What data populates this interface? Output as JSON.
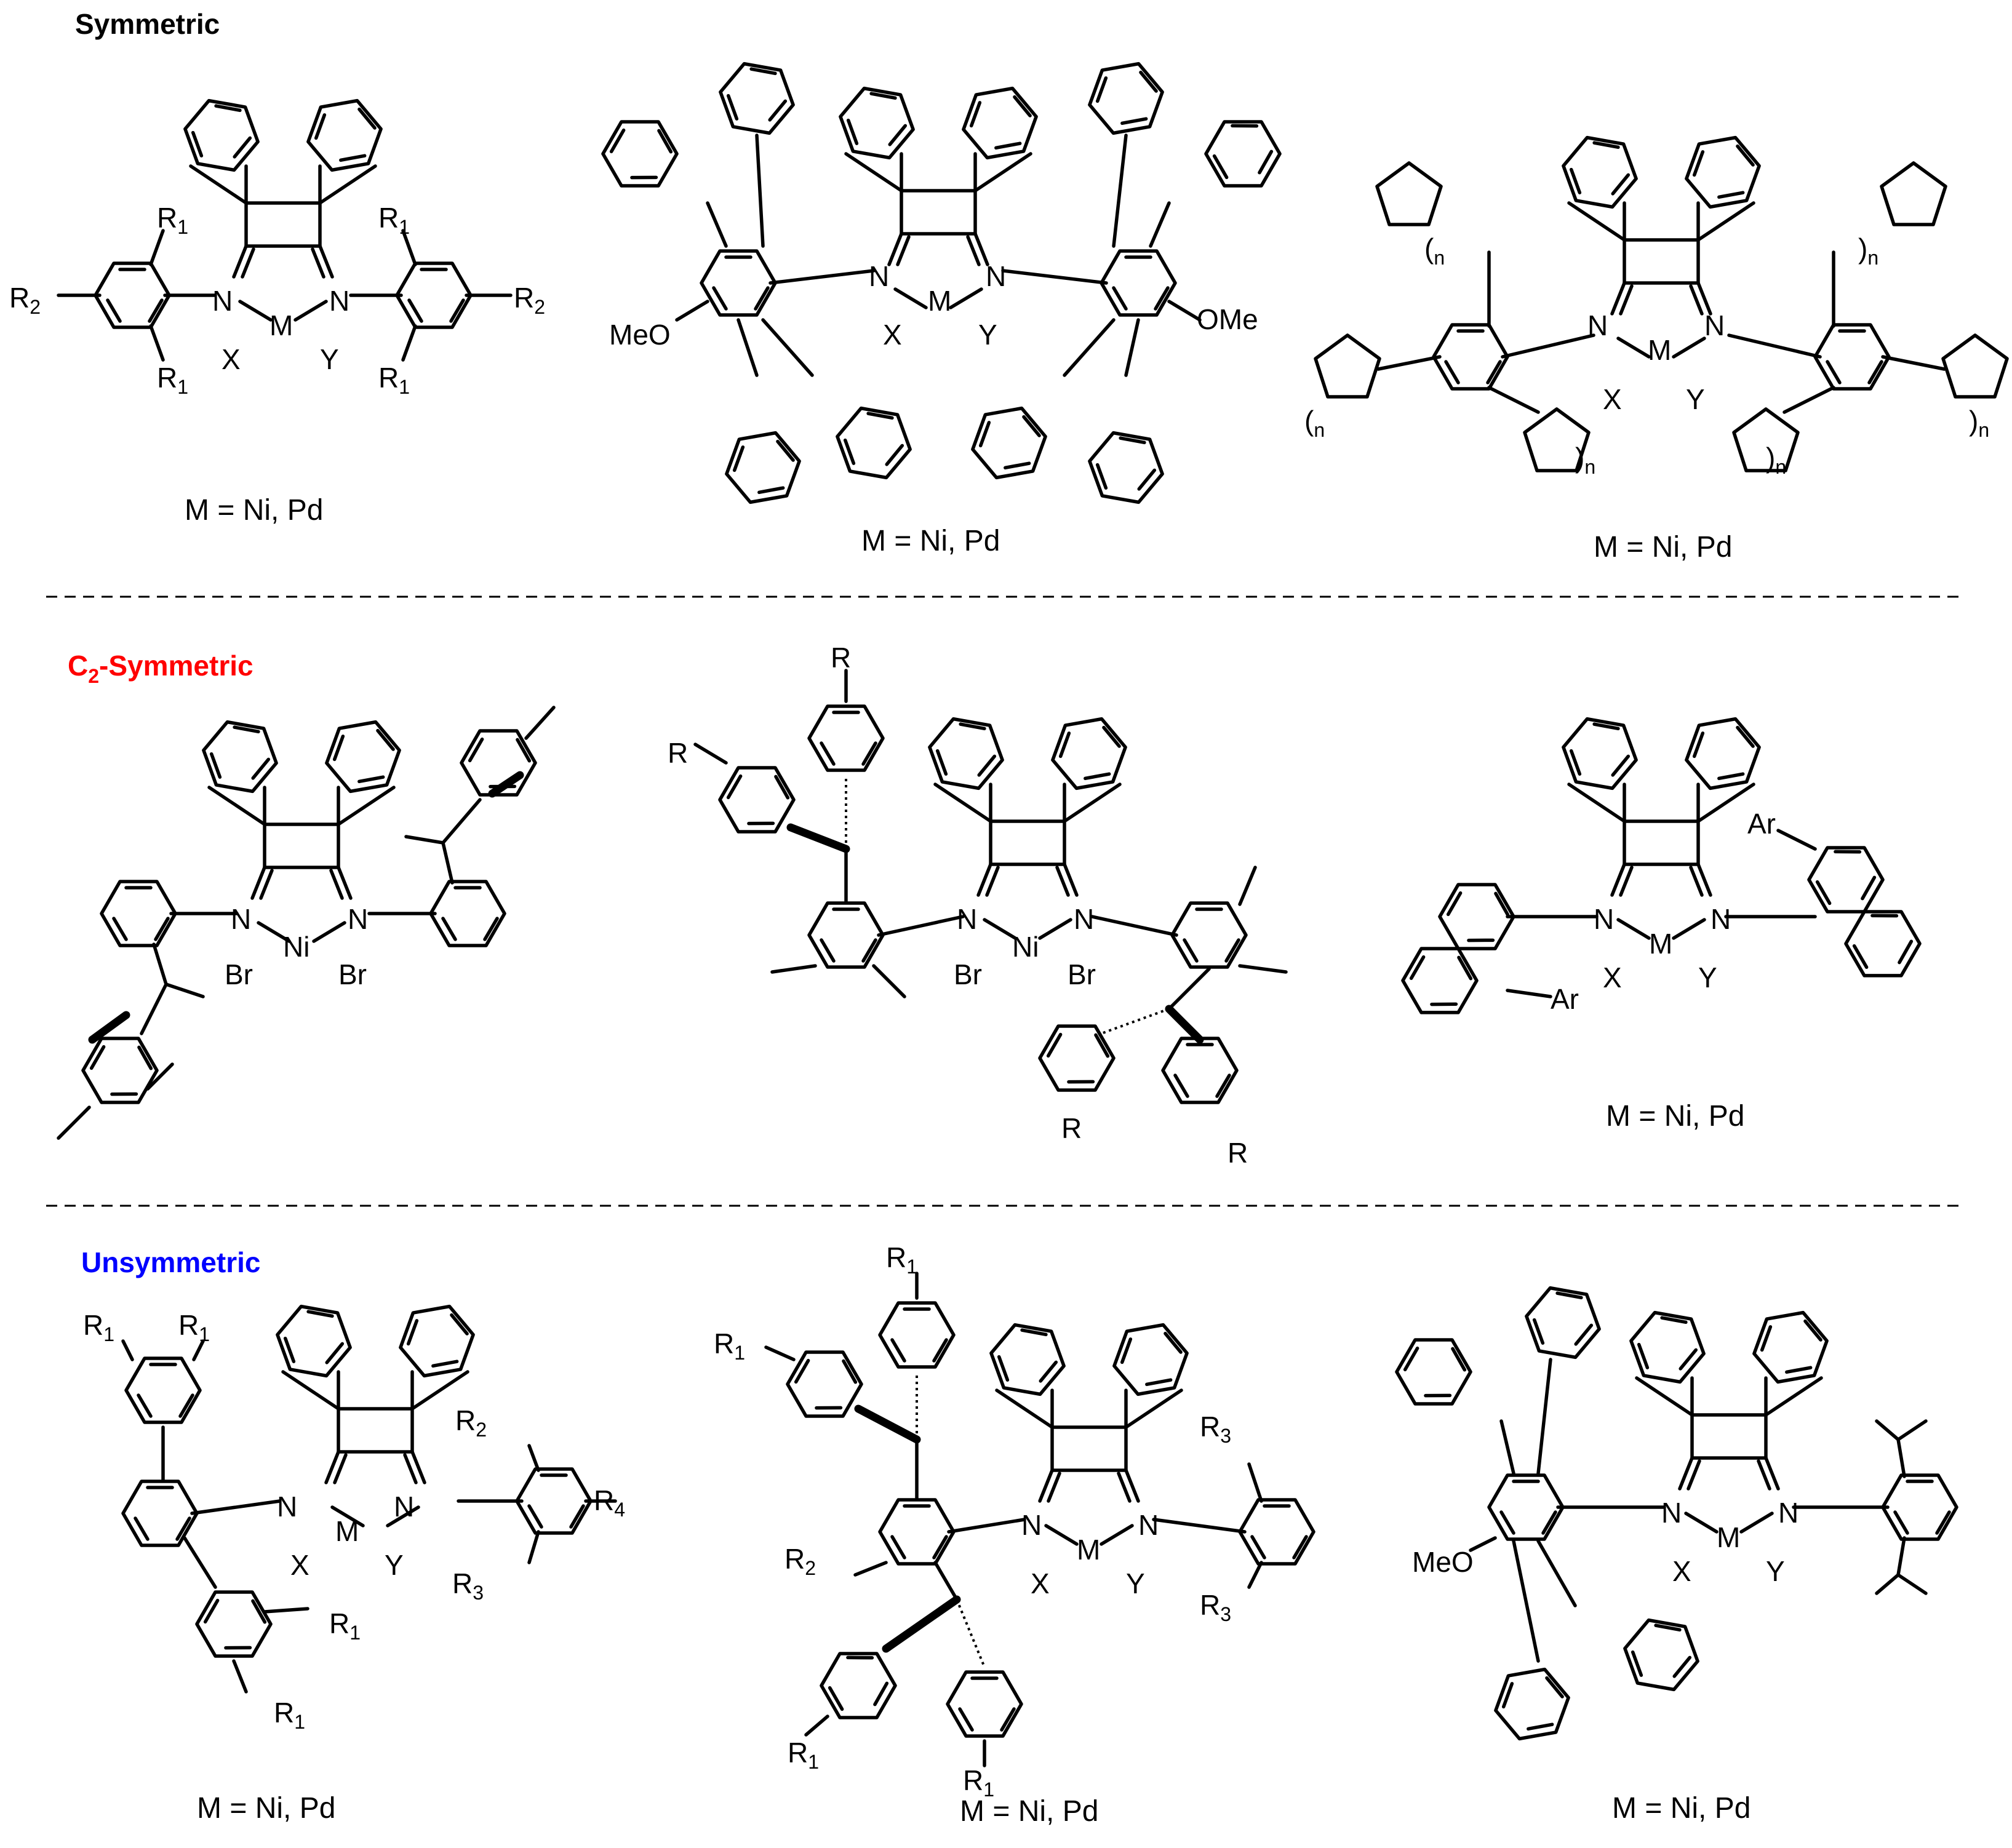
{
  "sections": [
    {
      "title": "Symmetric",
      "color": "#000000"
    },
    {
      "title_main": "C",
      "title_sub": "2",
      "title_rest": "-Symmetric",
      "color": "#ff0000"
    },
    {
      "title": "Unsymmetric",
      "color": "#0000ff"
    }
  ],
  "captions": {
    "metal_ni_pd": "M = Ni, Pd"
  },
  "atoms": {
    "N": "N",
    "M": "M",
    "Ni": "Ni",
    "X": "X",
    "Y": "Y",
    "Br": "Br",
    "R": "R",
    "Ar": "Ar",
    "OMe": "OMe",
    "MeO": "MeO",
    "n": "n",
    "paren_open": "(",
    "paren_close": ")",
    "sub1": "1",
    "sub2": "2",
    "sub3": "3",
    "sub4": "4"
  }
}
